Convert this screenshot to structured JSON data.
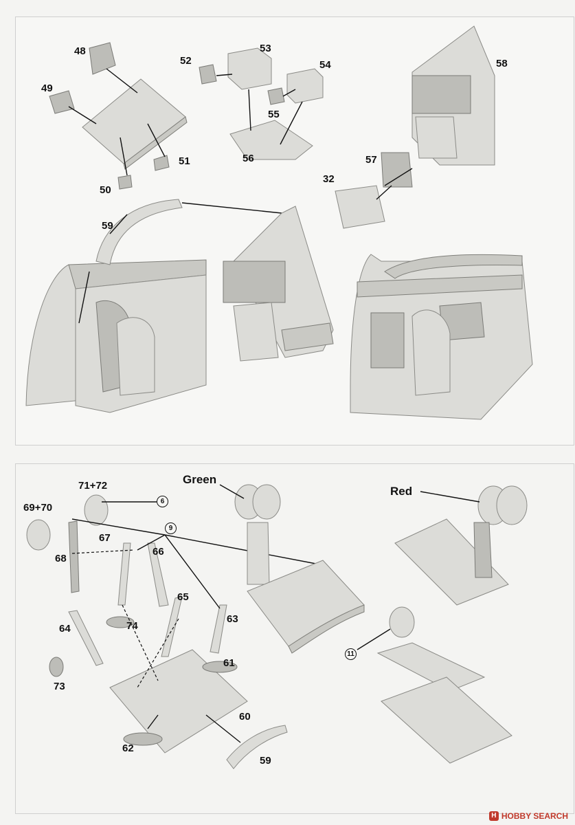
{
  "top_panel": {
    "labels": {
      "p48": "48",
      "p49": "49",
      "p50": "50",
      "p51": "51",
      "p52": "52",
      "p53": "53",
      "p54": "54",
      "p55": "55",
      "p56": "56",
      "p57": "57",
      "p58": "58",
      "p32": "32",
      "p59": "59"
    }
  },
  "bottom_panel": {
    "labels": {
      "p71_72": "71+72",
      "p69_70": "69+70",
      "p67": "67",
      "p68": "68",
      "p66": "66",
      "p65": "65",
      "p64": "64",
      "p74": "74",
      "p63": "63",
      "p73": "73",
      "p61": "61",
      "p60": "60",
      "p62": "62",
      "p59": "59"
    },
    "circled": {
      "c6": "6",
      "c9": "9",
      "c11": "11"
    },
    "color_callouts": {
      "green": "Green",
      "red": "Red"
    }
  },
  "watermark": {
    "icon": "hobby-search-logo-icon",
    "text": "HOBBY SEARCH",
    "mark": "H"
  }
}
